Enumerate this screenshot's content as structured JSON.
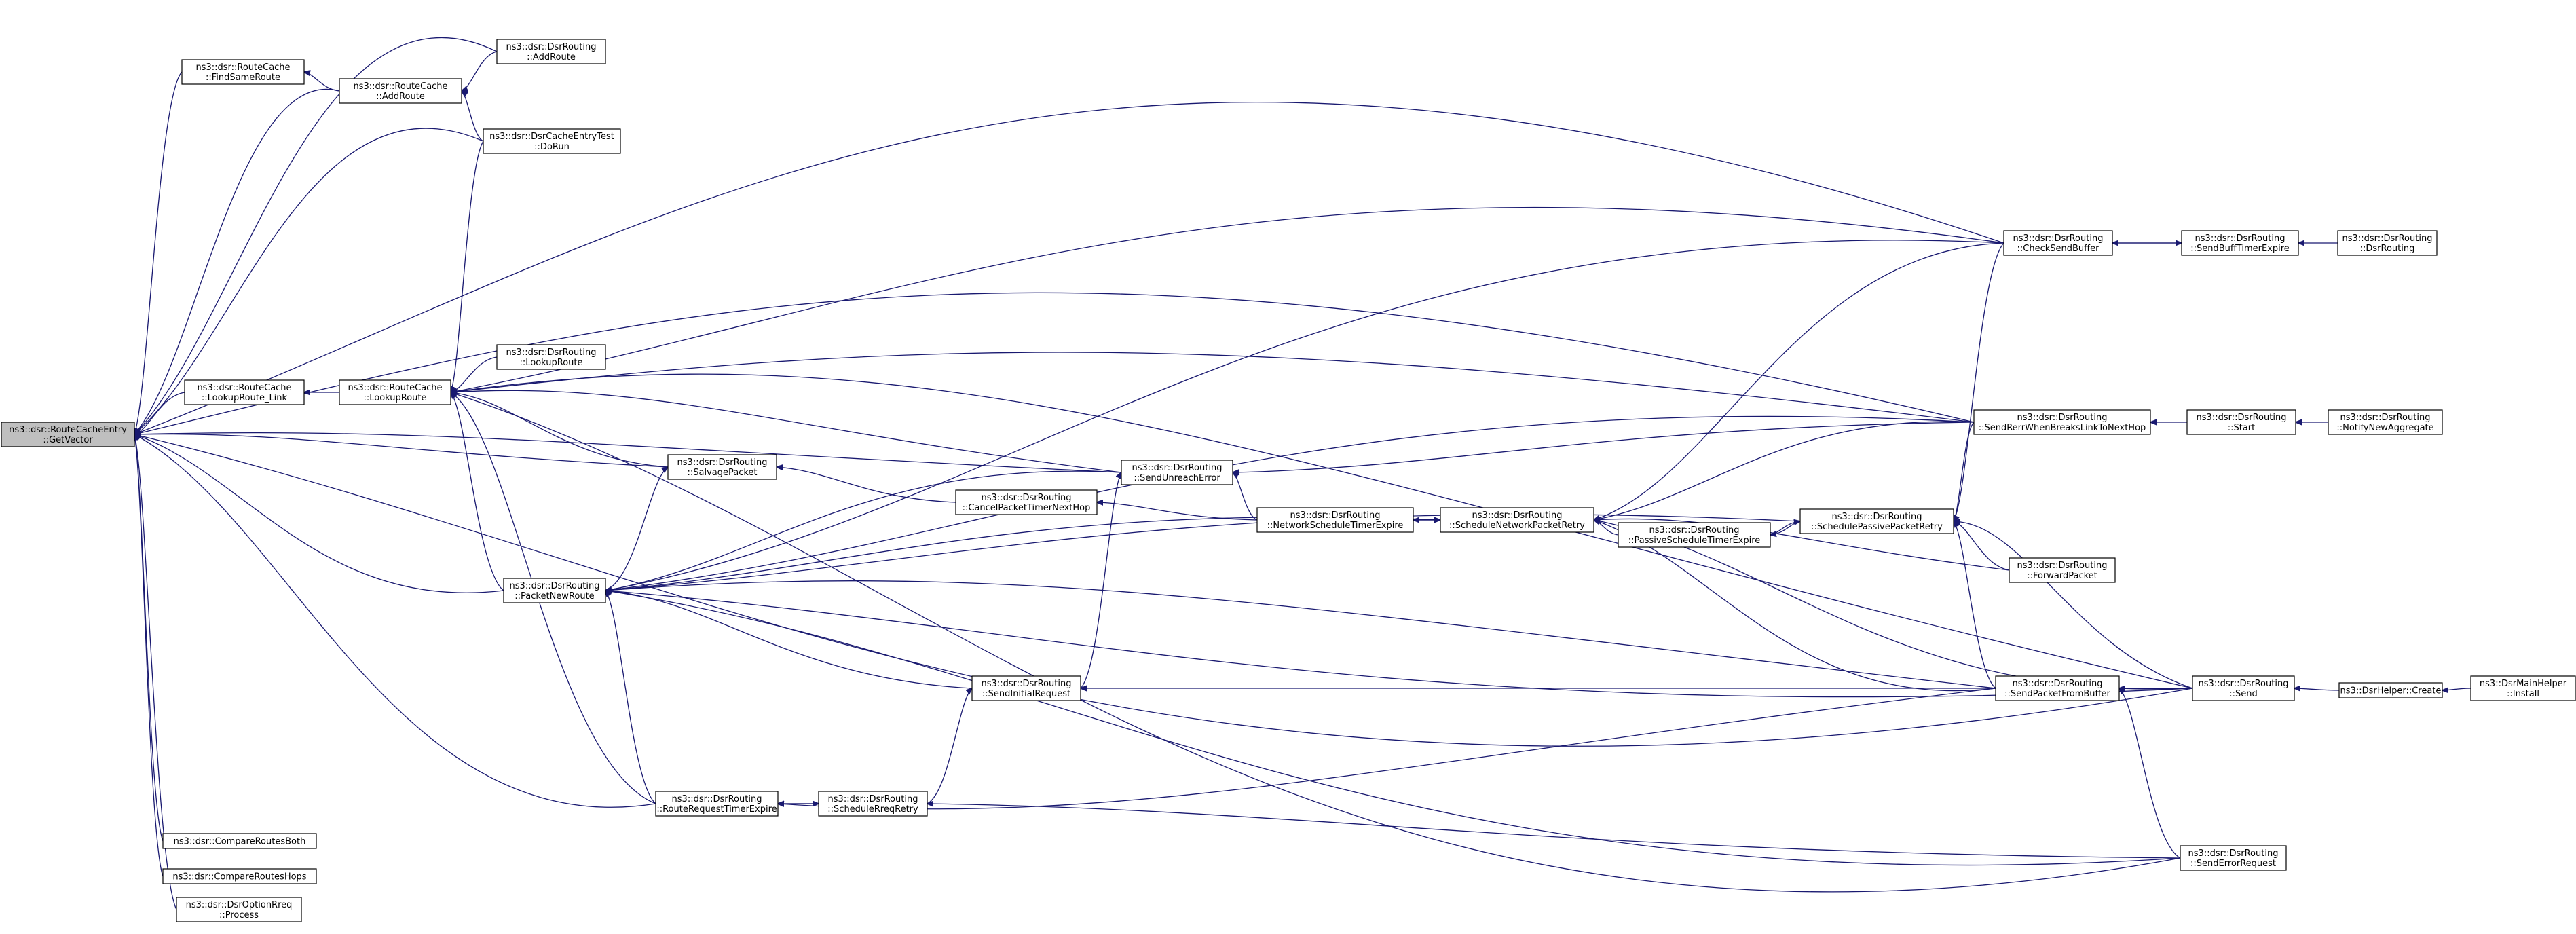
{
  "nodes": [
    {
      "id": "getvector",
      "lines": [
        "ns3::dsr::RouteCacheEntry",
        "::GetVector"
      ],
      "root": true
    },
    {
      "id": "findsameroute",
      "lines": [
        "ns3::dsr::RouteCache",
        "::FindSameRoute"
      ]
    },
    {
      "id": "rc_addroute",
      "lines": [
        "ns3::dsr::RouteCache",
        "::AddRoute"
      ]
    },
    {
      "id": "dsr_addroute",
      "lines": [
        "ns3::dsr::DsrRouting",
        "::AddRoute"
      ]
    },
    {
      "id": "dorun",
      "lines": [
        "ns3::dsr::DsrCacheEntryTest",
        "::DoRun"
      ]
    },
    {
      "id": "lookuproute_link",
      "lines": [
        "ns3::dsr::RouteCache",
        "::LookupRoute_Link"
      ]
    },
    {
      "id": "rc_lookuproute",
      "lines": [
        "ns3::dsr::RouteCache",
        "::LookupRoute"
      ]
    },
    {
      "id": "dsr_lookuproute",
      "lines": [
        "ns3::dsr::DsrRouting",
        "::LookupRoute"
      ]
    },
    {
      "id": "salvagepacket",
      "lines": [
        "ns3::dsr::DsrRouting",
        "::SalvagePacket"
      ]
    },
    {
      "id": "packetnewroute",
      "lines": [
        "ns3::dsr::DsrRouting",
        "::PacketNewRoute"
      ]
    },
    {
      "id": "cancelpackettimer",
      "lines": [
        "ns3::dsr::DsrRouting",
        "::CancelPacketTimerNextHop"
      ]
    },
    {
      "id": "sendunreacherror",
      "lines": [
        "ns3::dsr::DsrRouting",
        "::SendUnreachError"
      ]
    },
    {
      "id": "networkscheduletimer",
      "lines": [
        "ns3::dsr::DsrRouting",
        "::NetworkScheduleTimerExpire"
      ]
    },
    {
      "id": "schedulenetworkretry",
      "lines": [
        "ns3::dsr::DsrRouting",
        "::ScheduleNetworkPacketRetry"
      ]
    },
    {
      "id": "passivescheduletimer",
      "lines": [
        "ns3::dsr::DsrRouting",
        "::PassiveScheduleTimerExpire"
      ]
    },
    {
      "id": "schedulepassiveretry",
      "lines": [
        "ns3::dsr::DsrRouting",
        "::SchedulePassivePacketRetry"
      ]
    },
    {
      "id": "checksendbuffer",
      "lines": [
        "ns3::dsr::DsrRouting",
        "::CheckSendBuffer"
      ]
    },
    {
      "id": "sendbufftimer",
      "lines": [
        "ns3::dsr::DsrRouting",
        "::SendBuffTimerExpire"
      ]
    },
    {
      "id": "dsrrouting_ctor",
      "lines": [
        "ns3::dsr::DsrRouting",
        "::DsrRouting"
      ]
    },
    {
      "id": "sendrerrwhenbreaks",
      "lines": [
        "ns3::dsr::DsrRouting",
        "::SendRerrWhenBreaksLinkToNextHop"
      ]
    },
    {
      "id": "start",
      "lines": [
        "ns3::dsr::DsrRouting",
        "::Start"
      ]
    },
    {
      "id": "notifynewaggregate",
      "lines": [
        "ns3::dsr::DsrRouting",
        "::NotifyNewAggregate"
      ]
    },
    {
      "id": "forwardpacket",
      "lines": [
        "ns3::dsr::DsrRouting",
        "::ForwardPacket"
      ]
    },
    {
      "id": "sendinitialrequest",
      "lines": [
        "ns3::dsr::DsrRouting",
        "::SendInitialRequest"
      ]
    },
    {
      "id": "sendpacketfrombuffer",
      "lines": [
        "ns3::dsr::DsrRouting",
        "::SendPacketFromBuffer"
      ]
    },
    {
      "id": "send",
      "lines": [
        "ns3::dsr::DsrRouting",
        "::Send"
      ]
    },
    {
      "id": "dsrhelper_create",
      "lines": [
        "ns3::DsrHelper::Create"
      ]
    },
    {
      "id": "dsrmainhelper_install",
      "lines": [
        "ns3::DsrMainHelper",
        "::Install"
      ]
    },
    {
      "id": "routerequesttimer",
      "lines": [
        "ns3::dsr::DsrRouting",
        "::RouteRequestTimerExpire"
      ]
    },
    {
      "id": "schedulereqretry",
      "lines": [
        "ns3::dsr::DsrRouting",
        "::ScheduleRreqRetry"
      ]
    },
    {
      "id": "senderrorrequest",
      "lines": [
        "ns3::dsr::DsrRouting",
        "::SendErrorRequest"
      ]
    },
    {
      "id": "compareroutesboth",
      "lines": [
        "ns3::dsr::CompareRoutesBoth"
      ]
    },
    {
      "id": "compareroutehops",
      "lines": [
        "ns3::dsr::CompareRoutesHops"
      ]
    },
    {
      "id": "dsroptionrreq_process",
      "lines": [
        "ns3::dsr::DsrOptionRreq",
        "::Process"
      ]
    }
  ],
  "colors": {
    "edge": "#191970",
    "root_fill": "#bfbfbf",
    "node_fill": "#ffffff",
    "border": "#000000"
  }
}
